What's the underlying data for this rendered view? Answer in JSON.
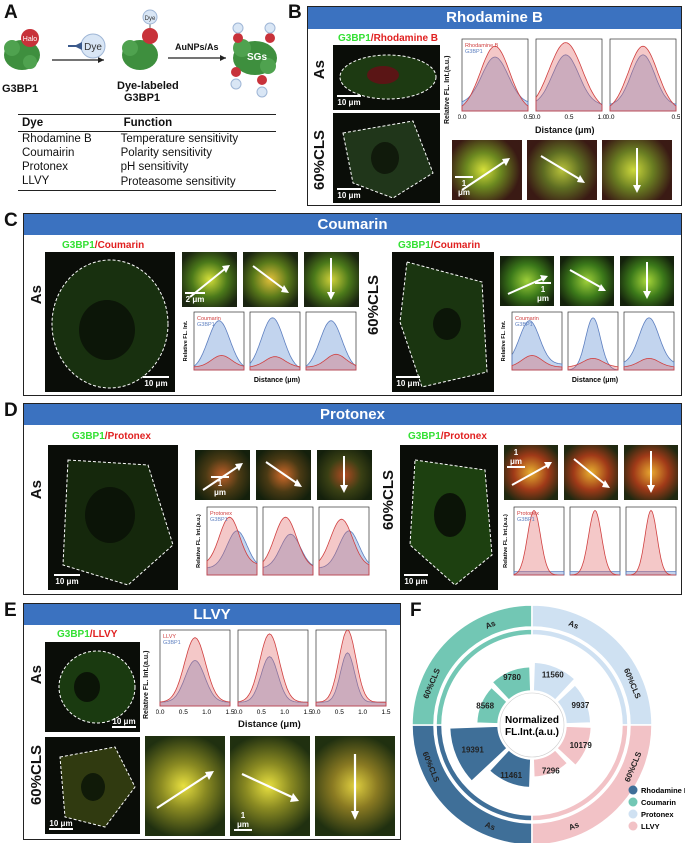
{
  "panelA": {
    "letter": "A",
    "protein_label": "G3BP1",
    "halo_label": "Halo",
    "dye_label": "Dye",
    "labeled_label_1": "Dye-labeled",
    "labeled_label_2": "G3BP1",
    "arrow_label": "AuNPs/As",
    "sgs_label": "SGs",
    "table_header": [
      "Dye",
      "Function"
    ],
    "table_rows": [
      [
        "Rhodamine B",
        "Temperature sensitivity"
      ],
      [
        "Coumairin",
        "Polarity sensitivity"
      ],
      [
        "Protonex",
        "pH sensitivity"
      ],
      [
        "LLVY",
        "Proteasome sensitivity"
      ]
    ]
  },
  "panelB": {
    "letter": "B",
    "title": "Rhodamine B",
    "channel_green": "G3BP1",
    "channel_red": "/Rhodamine B",
    "cond_as": "As",
    "cond_cls": "60%CLS",
    "scale_10": "10 μm",
    "scale_1": "1 μm",
    "ylabel": "Relative FL. Int.(a.u.)",
    "xlabel": "Distance (μm)",
    "legend": [
      "Rhodamine B",
      "G3BP1"
    ],
    "ticks": [
      [
        "0.0",
        "0.5"
      ],
      [
        "0.0",
        "0.5",
        "1.0"
      ],
      [
        "0.0",
        "0.5"
      ]
    ]
  },
  "panelC": {
    "letter": "C",
    "title": "Coumarin",
    "channel_green": "G3BP1",
    "channel_red": "/Coumarin",
    "cond_as": "As",
    "cond_cls": "60%CLS",
    "scale_10": "10 μm",
    "scale_2": "2 μm",
    "scale_1": "1 μm",
    "ylabel": "Relative FL. Int.",
    "xlabel": "Distance (μm)",
    "legend": [
      "Coumarin",
      "G3BP1"
    ]
  },
  "panelD": {
    "letter": "D",
    "title": "Protonex",
    "channel_green": "G3BP1",
    "channel_red": "/Protonex",
    "cond_as": "As",
    "cond_cls": "60%CLS",
    "scale_10": "10 μm",
    "scale_1": "1 μm",
    "ylabel": "Relative FL. Int.(a.u.)",
    "legend": [
      "Protonex",
      "G3BP1"
    ]
  },
  "panelE": {
    "letter": "E",
    "title": "LLVY",
    "channel_green": "G3BP1",
    "channel_red": "/LLVY",
    "cond_as": "As",
    "cond_cls": "60%CLS",
    "scale_10": "10 μm",
    "scale_1": "1 μm",
    "ylabel": "Relative FL. Int.(a.u.)",
    "xlabel": "Distance (μm)",
    "legend": [
      "LLVY",
      "G3BP1"
    ],
    "ticks": [
      "0.0",
      "0.5",
      "1.0",
      "1.5"
    ]
  },
  "panelF": {
    "letter": "F",
    "center_line1": "Normalized",
    "center_line2": "FL.Int.(a.u.)"
  },
  "colors": {
    "title_bar": "#3b72c0",
    "rhodamine": "#3f6f98",
    "coumarin": "#72c7b4",
    "protonex": "#cfe1f2",
    "llvy": "#f2c2c6",
    "curve_red": "#e06060",
    "curve_blue": "#8fb0e0"
  },
  "chart_data": {
    "type": "pie",
    "title": "Normalized FL.Int.(a.u.)",
    "categories": [
      "Rhodamine B",
      "Coumarin",
      "Protonex",
      "LLVY"
    ],
    "series": [
      {
        "name": "As",
        "values": [
          11461,
          9780,
          11560,
          7296
        ]
      },
      {
        "name": "60%CLS",
        "values": [
          19391,
          8568,
          9937,
          10179
        ]
      }
    ],
    "legend_position": "right"
  }
}
